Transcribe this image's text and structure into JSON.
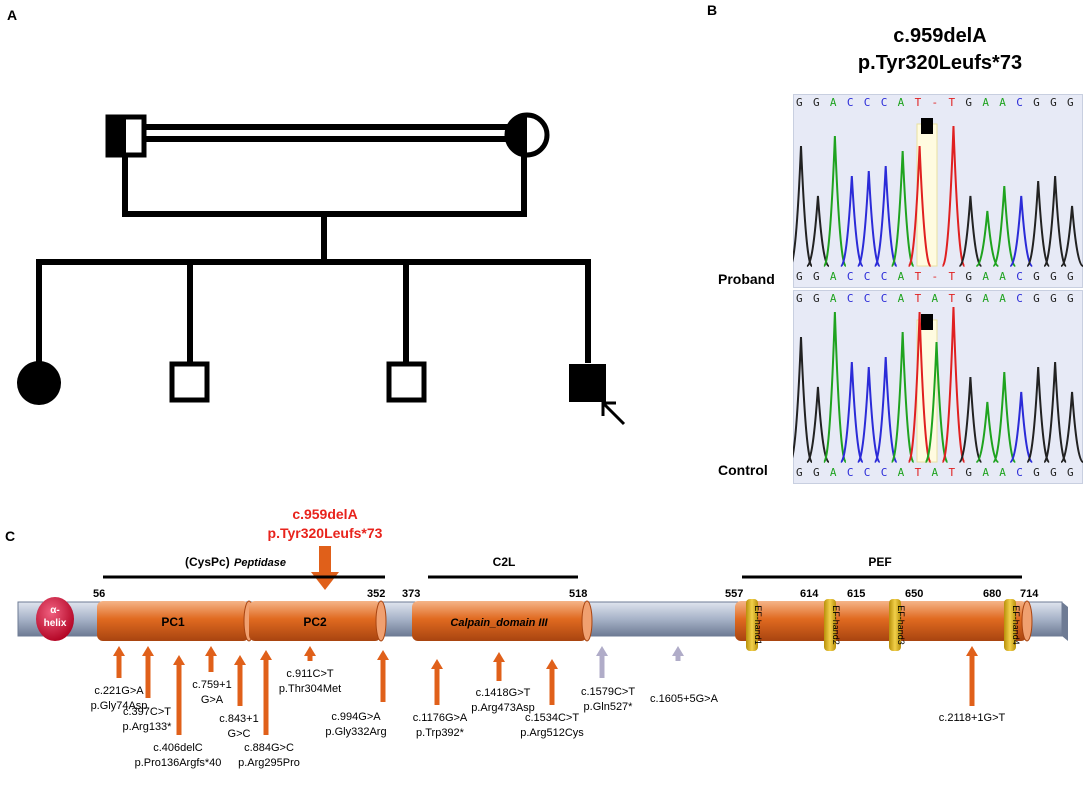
{
  "panels": {
    "a": "A",
    "b": "B",
    "c": "C"
  },
  "panel_b": {
    "title_line1": "c.959delA",
    "title_line2": "p.Tyr320Leufs*73",
    "proband_label": "Proband",
    "control_label": "Control",
    "proband_seq": [
      "G",
      "G",
      "A",
      "C",
      "C",
      "C",
      "A",
      "T",
      "-",
      "T",
      "G",
      "A",
      "A",
      "C",
      "G",
      "G",
      "G"
    ],
    "control_seq": [
      "G",
      "G",
      "A",
      "C",
      "C",
      "C",
      "A",
      "T",
      "A",
      "T",
      "G",
      "A",
      "A",
      "C",
      "G",
      "G",
      "G"
    ],
    "base_colors": {
      "A": "#1fa31f",
      "C": "#2b2bd8",
      "G": "#222222",
      "T": "#e02020",
      "-": "#e02020"
    }
  },
  "panel_c": {
    "highlight_variant": {
      "line1": "c.959delA",
      "line2": "p.Tyr320Leufs*73",
      "color": "#e8231c"
    },
    "domain_labels": {
      "cyspc": "(CysPc)",
      "peptidase": "Peptidase",
      "c2l": "C2L",
      "pef": "PEF"
    },
    "alpha_helix": {
      "line1": "α-",
      "line2": "helix"
    },
    "positions": {
      "p56": "56",
      "p352": "352",
      "p373": "373",
      "p518": "518",
      "p557": "557",
      "p614": "614",
      "p615": "615",
      "p650": "650",
      "p680": "680",
      "p714": "714"
    },
    "segments": {
      "pc1": "PC1",
      "pc2": "PC2",
      "calpain": "Calpain_domain III"
    },
    "ef_hands": [
      "EF-hand1",
      "EF-hand2",
      "EF-hand3",
      "EF-hand4"
    ],
    "mutations": [
      {
        "line1": "c.221G>A",
        "line2": "p.Gly74Asp"
      },
      {
        "line1": "c.397C>T",
        "line2": "p.Arg133*"
      },
      {
        "line1": "c.406delC",
        "line2": "p.Pro136Argfs*40"
      },
      {
        "line1": "c.759+1",
        "line2": "G>A"
      },
      {
        "line1": "c.843+1",
        "line2": "G>C"
      },
      {
        "line1": "c.884G>C",
        "line2": "p.Arg295Pro"
      },
      {
        "line1": "c.911C>T",
        "line2": "p.Thr304Met"
      },
      {
        "line1": "c.994G>A",
        "line2": "p.Gly332Arg"
      },
      {
        "line1": "c.1176G>A",
        "line2": "p.Trp392*"
      },
      {
        "line1": "c.1418G>T",
        "line2": "p.Arg473Asp"
      },
      {
        "line1": "c.1534C>T",
        "line2": "p.Arg512Cys"
      },
      {
        "line1": "c.1579C>T",
        "line2": "p.Gln527*"
      },
      {
        "line1": "c.1605+5G>A",
        "line2": ""
      },
      {
        "line1": "c.2118+1G>T",
        "line2": ""
      }
    ],
    "colors": {
      "mutation_arrow": "#e0601a",
      "splice_arrow": "#b0acc8",
      "domain": "#e06a20",
      "backbone": "#a7b3c8",
      "helix": "#d01030",
      "ef_hand": "#e8c020"
    }
  }
}
